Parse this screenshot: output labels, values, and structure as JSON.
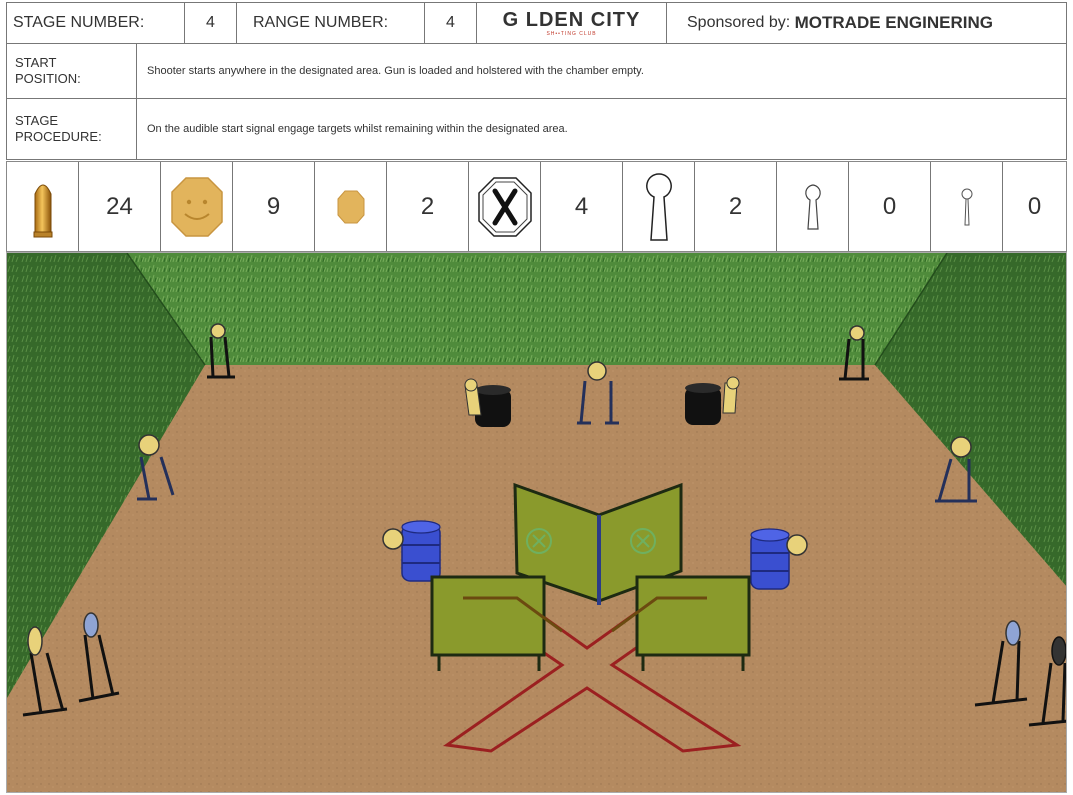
{
  "header": {
    "stage_label": "STAGE NUMBER:",
    "stage_value": "4",
    "range_label": "RANGE NUMBER:",
    "range_value": "4",
    "logo_text": "G LDEN CITY",
    "logo_subtext": "SH••TING CLUB",
    "sponsor_label": "Sponsored by:",
    "sponsor_name": "MOTRADE ENGINERING"
  },
  "start_position": {
    "label_line1": "START",
    "label_line2": "POSITION:",
    "text": "Shooter starts anywhere in the designated area. Gun is loaded and holstered with the chamber empty."
  },
  "stage_procedure": {
    "label_line1": "STAGE",
    "label_line2": "PROCEDURE:",
    "text": "On the audible start signal engage targets whilst remaining within the designated area."
  },
  "counts": [
    {
      "icon": "bullet-icon",
      "value": "24"
    },
    {
      "icon": "large-steel-plate-icon",
      "value": "9"
    },
    {
      "icon": "small-steel-plate-icon",
      "value": "2"
    },
    {
      "icon": "no-shoot-icon",
      "value": "4"
    },
    {
      "icon": "large-popper-icon",
      "value": "2"
    },
    {
      "icon": "medium-popper-icon",
      "value": "0"
    },
    {
      "icon": "small-popper-icon",
      "value": "0"
    }
  ],
  "colors": {
    "grass": "#4e8a3a",
    "floor": "#b08a62",
    "wall_panel": "#8a9a2c",
    "fault_line": "#9b2020",
    "barrel_blue": "#3a4fd0",
    "plate_yellow": "#e8d27a"
  }
}
